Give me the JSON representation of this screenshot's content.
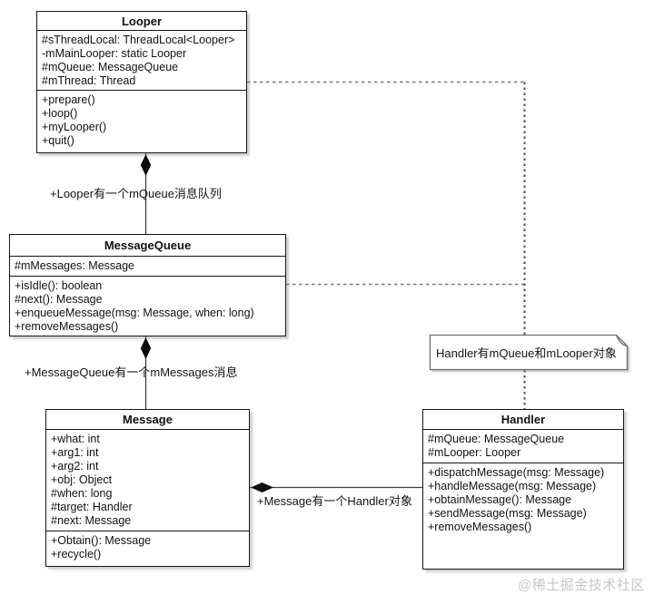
{
  "classes": [
    {
      "name": "Looper",
      "attributes": [
        "#sThreadLocal: ThreadLocal<Looper>",
        "-mMainLooper: static Looper",
        "#mQueue: MessageQueue",
        "#mThread: Thread"
      ],
      "methods": [
        "+prepare()",
        "+loop()",
        "+myLooper()",
        "+quit()"
      ]
    },
    {
      "name": "MessageQueue",
      "attributes": [
        "#mMessages: Message"
      ],
      "methods": [
        "+isIdle(): boolean",
        "#next(): Message",
        "+enqueueMessage(msg: Message, when: long)",
        "+removeMessages()"
      ]
    },
    {
      "name": "Message",
      "attributes": [
        "+what: int",
        "+arg1: int",
        "+arg2: int",
        "+obj: Object",
        "#when: long",
        "#target: Handler",
        "#next: Message"
      ],
      "methods": [
        "+Obtain(): Message",
        "+recycle()"
      ]
    },
    {
      "name": "Handler",
      "attributes": [
        "#mQueue: MessageQueue",
        "#mLooper: Looper"
      ],
      "methods": [
        "+dispatchMessage(msg: Message)",
        "+handleMessage(msg: Message)",
        "+obtainMessage(): Message",
        "+sendMessage(msg: Message)",
        "+removeMessages()"
      ]
    }
  ],
  "edges": {
    "looper_messagequeue_label": "+Looper有一个mQueue消息队列",
    "messagequeue_message_label": "+MessageQueue有一个mMessages消息",
    "message_handler_label": "+Message有一个Handler对象"
  },
  "note": {
    "text": "Handler有mQueue和mLooper对象"
  },
  "watermark": "@稀土掘金技术社区",
  "colors": {
    "background": "#ffffff",
    "box_border": "#161616",
    "solid_line": "#404040",
    "diamond_fill": "#0d0d0d",
    "dashed_line": "#787878",
    "dotted_line": "#4f4f4f",
    "note_border": "#6e6e6e",
    "watermark_text": "#c6c6c6"
  }
}
